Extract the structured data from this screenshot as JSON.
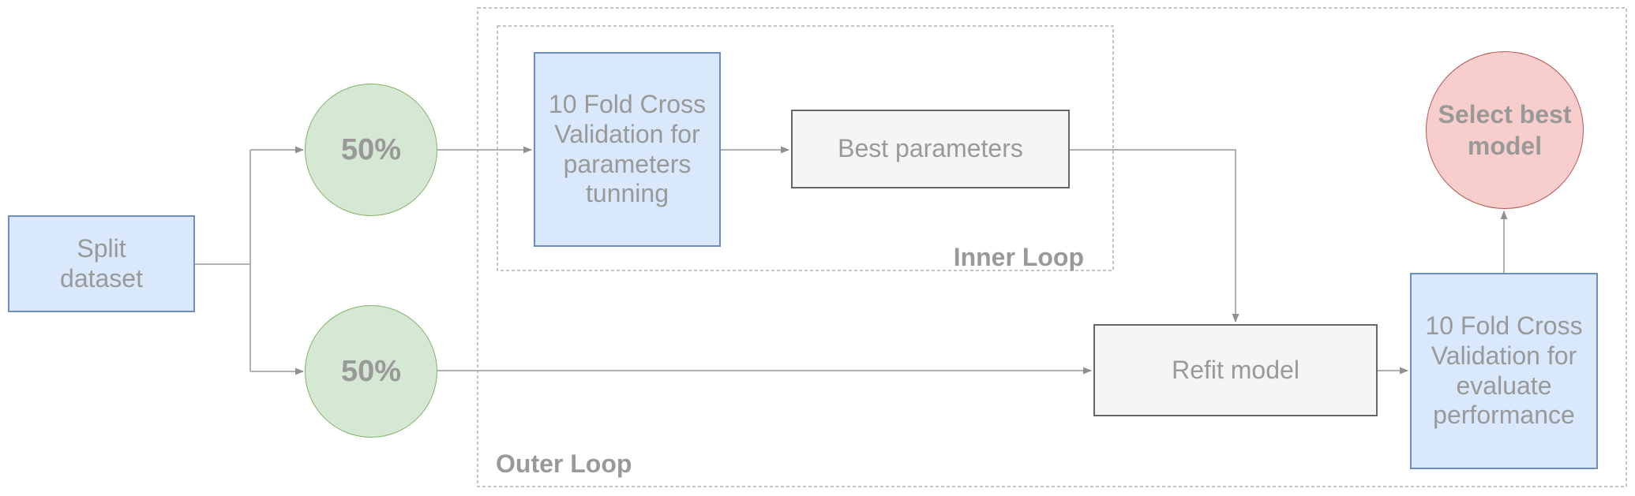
{
  "diagram": {
    "nodes": {
      "split_dataset": {
        "label": "Split\ndataset"
      },
      "train_split_percent": {
        "label": "50%"
      },
      "test_split_percent": {
        "label": "50%"
      },
      "inner_cv": {
        "label": "10 Fold Cross\nValidation for\nparameters\ntunning"
      },
      "best_parameters": {
        "label": "Best parameters"
      },
      "refit_model": {
        "label": "Refit model"
      },
      "outer_cv": {
        "label": "10 Fold Cross\nValidation for\nevaluate\nperformance"
      },
      "select_best_model": {
        "label": "Select best\nmodel"
      }
    },
    "containers": {
      "inner_loop": {
        "label": "Inner Loop"
      },
      "outer_loop": {
        "label": "Outer Loop"
      }
    },
    "colors": {
      "node_blue_fill": "#dae8fc",
      "node_blue_stroke": "#6c8ebf",
      "node_green_fill": "#d5e8d4",
      "node_green_stroke": "#82b366",
      "node_red_fill": "#f8cecc",
      "node_red_stroke": "#b85450",
      "node_gray_fill": "#f5f5f5",
      "node_gray_stroke": "#666666",
      "text_gray": "#999999",
      "connector": "#b1b1b1",
      "arrowhead": "#909090",
      "dashed_border": "#b1b1b1"
    }
  }
}
